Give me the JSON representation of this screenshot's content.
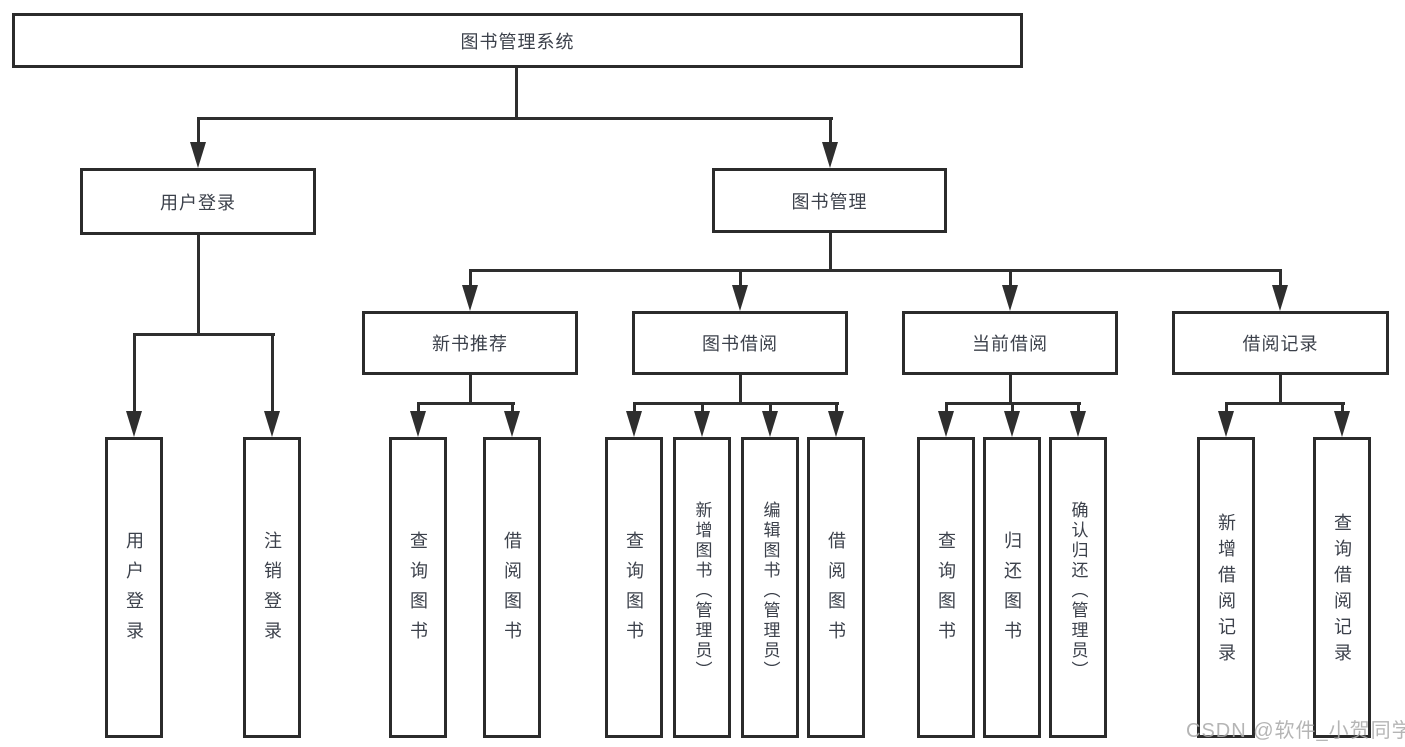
{
  "diagram": {
    "type": "hierarchy-tree",
    "orientation": "top-down"
  },
  "tree": {
    "root": "图书管理系统",
    "children": [
      {
        "label": "用户登录",
        "children": [
          "用户登录",
          "注销登录"
        ]
      },
      {
        "label": "图书管理",
        "children": [
          {
            "label": "新书推荐",
            "children": [
              "查询图书",
              "借阅图书"
            ]
          },
          {
            "label": "图书借阅",
            "children": [
              "查询图书",
              "新增图书（管理员）",
              "编辑图书（管理员）",
              "借阅图书"
            ]
          },
          {
            "label": "当前借阅",
            "children": [
              "查询图书",
              "归还图书",
              "确认归还（管理员）"
            ]
          },
          {
            "label": "借阅记录",
            "children": [
              "新增借阅记录",
              "查询借阅记录"
            ]
          }
        ]
      }
    ]
  },
  "watermark": {
    "text": "CSDN @软件_小贺同学"
  },
  "colors": {
    "line": "#2e2e2e",
    "box_border": "#2b2b2b",
    "text": "#3c414b",
    "watermark": "#ababab",
    "background": "#ffffff"
  }
}
